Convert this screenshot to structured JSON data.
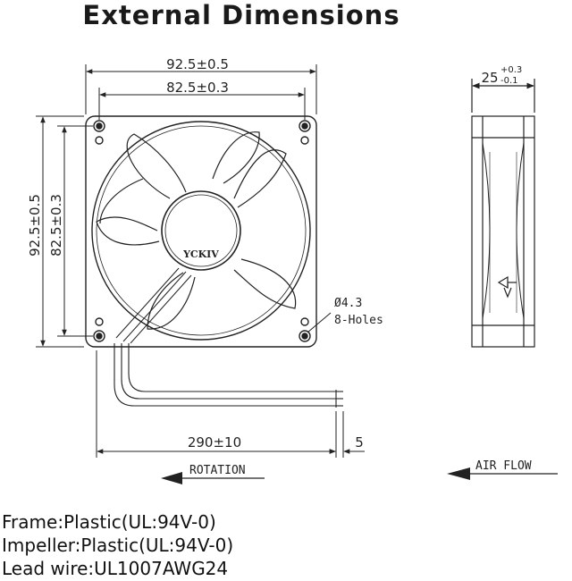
{
  "title": "External Dimensions",
  "front_view": {
    "outer_width": "92.5±0.5",
    "hole_width": "82.5±0.3",
    "outer_height": "92.5±0.5",
    "hole_height": "82.5±0.3",
    "hole_spec": "Ø4.3",
    "hole_count": "8-Holes",
    "brand": "YCKIV"
  },
  "side_view": {
    "thickness": "25",
    "tol_plus": "+0.3",
    "tol_minus": "-0.1"
  },
  "wire": {
    "length": "290±10",
    "strip": "5"
  },
  "labels": {
    "rotation": "ROTATION",
    "air_flow": "AIR FLOW"
  },
  "specs": {
    "frame": "Frame:Plastic(UL:94V-0)",
    "impeller": "Impeller:Plastic(UL:94V-0)",
    "lead_wire": "Lead wire:UL1007AWG24"
  }
}
